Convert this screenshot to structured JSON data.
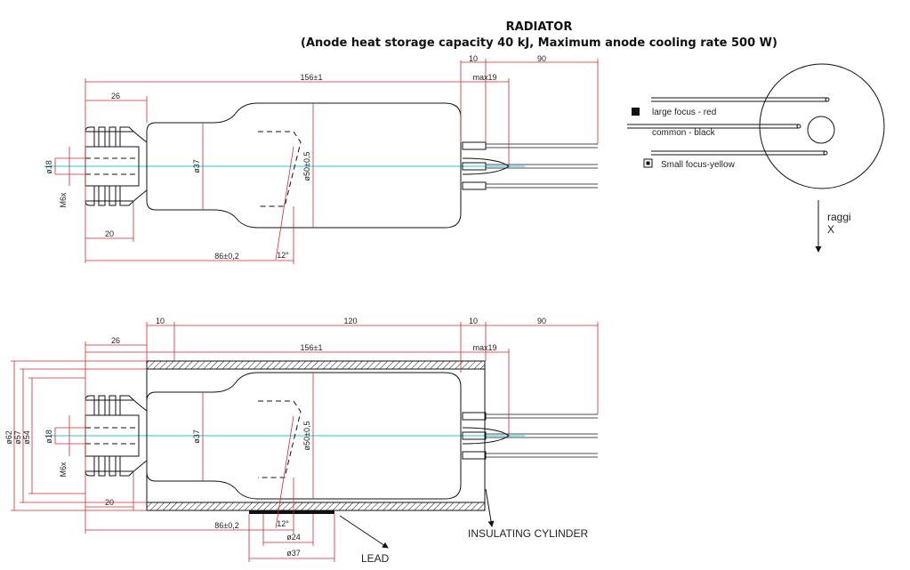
{
  "title": "RADIATOR",
  "subtitle": "(Anode heat storage capacity 40 kJ, Maximum anode cooling rate 500 W)",
  "top_view": {
    "dims": {
      "d10": "10",
      "d90": "90",
      "d156": "156±1",
      "d26": "26",
      "max19": "max19",
      "d18": "ø18",
      "m6": "M6x",
      "d37": "ø37",
      "d50": "ø50±0,5",
      "d20": "20",
      "d86": "86±0,2",
      "angle": "12°"
    }
  },
  "legend": {
    "items": [
      {
        "label": "large focus - red",
        "marker": "filled-square"
      },
      {
        "label": "common - black",
        "marker": "none"
      },
      {
        "label": "Small focus-yellow",
        "marker": "boxed-square"
      }
    ],
    "ray_label": "raggi",
    "ray_axis": "X"
  },
  "bottom_view": {
    "dims": {
      "d10a": "10",
      "d120": "120",
      "d10b": "10",
      "d90": "90",
      "d26": "26",
      "d156": "156±1",
      "max19": "max19",
      "d62": "ø62",
      "d57": "ø57",
      "d54": "ø54",
      "d18": "ø18",
      "m6": "M6x",
      "d37": "ø37",
      "d50": "ø50±0,5",
      "d20": "20",
      "d86": "86±0,2",
      "angle": "12°",
      "d24": "ø24",
      "d37b": "ø37"
    },
    "labels": {
      "insulating": "INSULATING CYLINDER",
      "lead": "LEAD"
    }
  }
}
